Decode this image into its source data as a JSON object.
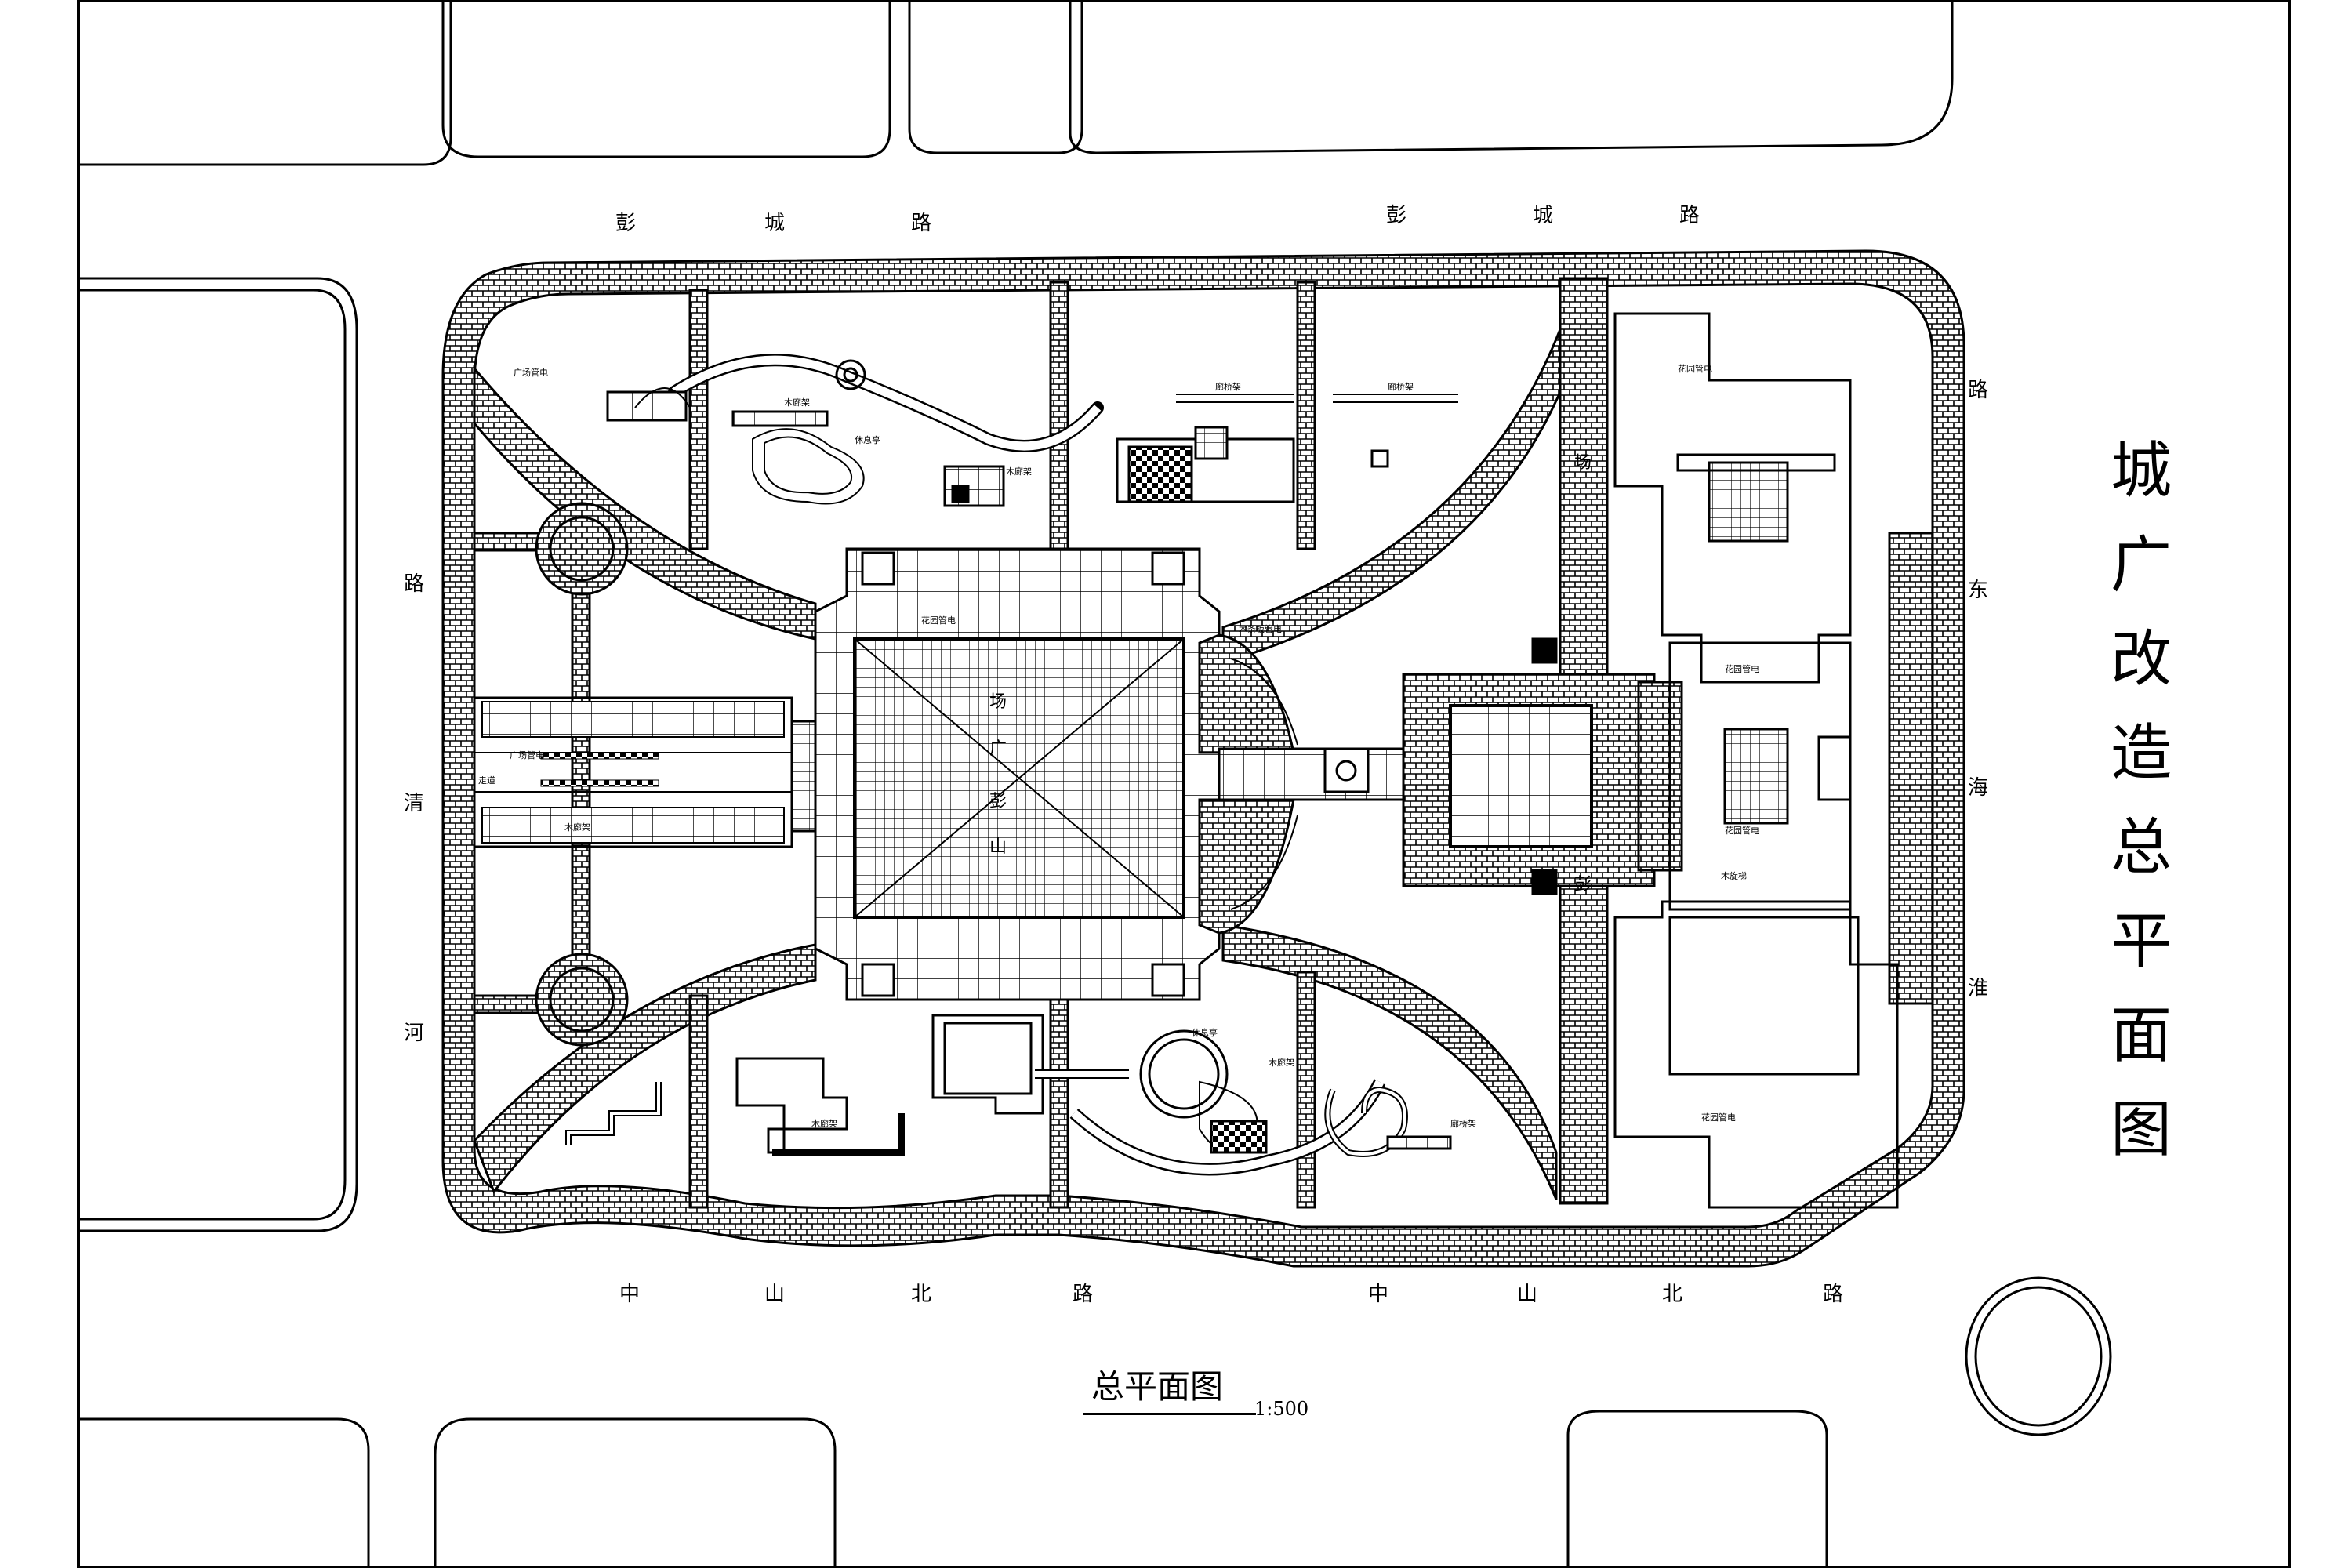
{
  "title": {
    "vertical": [
      "城",
      "广",
      "改",
      "造",
      "总",
      "平",
      "面",
      "图"
    ],
    "caption": "总平面图",
    "scale": "1:500"
  },
  "roads": {
    "north": [
      "彭",
      "城",
      "路"
    ],
    "south": [
      "中",
      "山",
      "北",
      "路"
    ],
    "west": [
      "路",
      "清",
      "河"
    ],
    "east": [
      "路",
      "东",
      "海",
      "淮"
    ]
  },
  "plaza_text": [
    "场",
    "广",
    "彭",
    "山"
  ],
  "side_text": [
    "场",
    "彭"
  ],
  "annotations": {
    "a1": "广场管电",
    "a2": "木廊架",
    "a3": "休息亭",
    "a4": "木廊架",
    "a5": "廊桥架",
    "a6": "廊桥架",
    "a7": "花园管电",
    "a8": "木条板管电",
    "a9": "花园管电",
    "a10": "广场管电",
    "a11": "走道",
    "a12": "木廊架",
    "a13": "休息亭",
    "a14": "木廊架",
    "a15": "木廊架",
    "a16": "廊桥架",
    "a17": "花园管电",
    "a18": "花园管电",
    "a19": "花园管电",
    "a20": "木旋梯"
  }
}
